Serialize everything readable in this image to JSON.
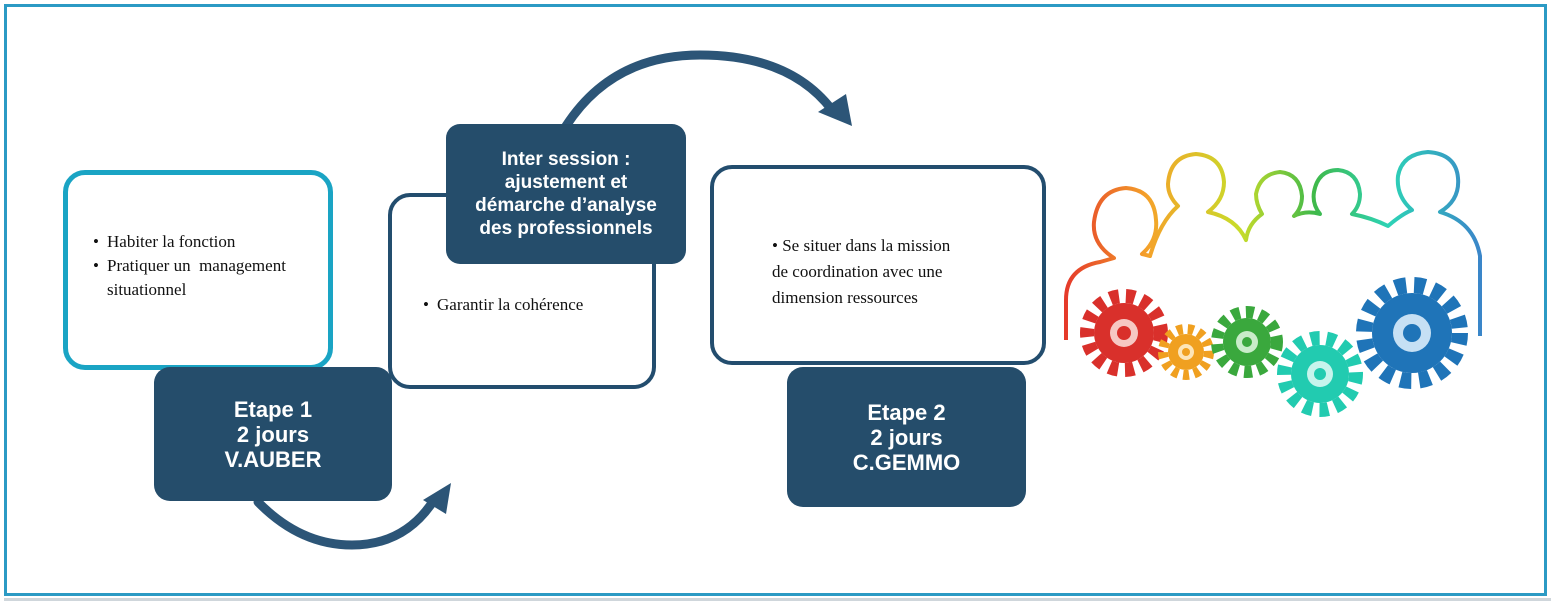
{
  "card1": {
    "bullets": [
      "Habiter la fonction",
      "Pratiquer un  management"
    ],
    "continuation": "situationnel"
  },
  "card2": {
    "bullets": [
      "Garantir la cohérence"
    ]
  },
  "card3": {
    "lines": [
      "• Se situer dans la mission",
      "de coordination avec une",
      "dimension ressources"
    ]
  },
  "etape1": {
    "lines": [
      "Etape 1",
      "2 jours",
      "V.AUBER"
    ]
  },
  "inter": {
    "lines": [
      "Inter session :",
      "ajustement et",
      "démarche d’analyse",
      "des professionnels"
    ]
  },
  "etape2": {
    "lines": [
      "Etape 2",
      "2 jours",
      "C.GEMMO"
    ]
  },
  "colors": {
    "frame": "#2b9ac4",
    "dark_box": "#254d6b",
    "card1_border": "#1aa4c4",
    "arrow": "#2c5577"
  },
  "illustration": {
    "icon": "team-gears-icon",
    "people_colors": [
      "#e53a2a",
      "#f4a32a",
      "#b8d930",
      "#3fb94a",
      "#2dd3b6",
      "#3a86c9"
    ],
    "gear_colors": [
      "#d9302b",
      "#f0a020",
      "#3aa83d",
      "#22cbb0",
      "#1f74b8"
    ]
  }
}
